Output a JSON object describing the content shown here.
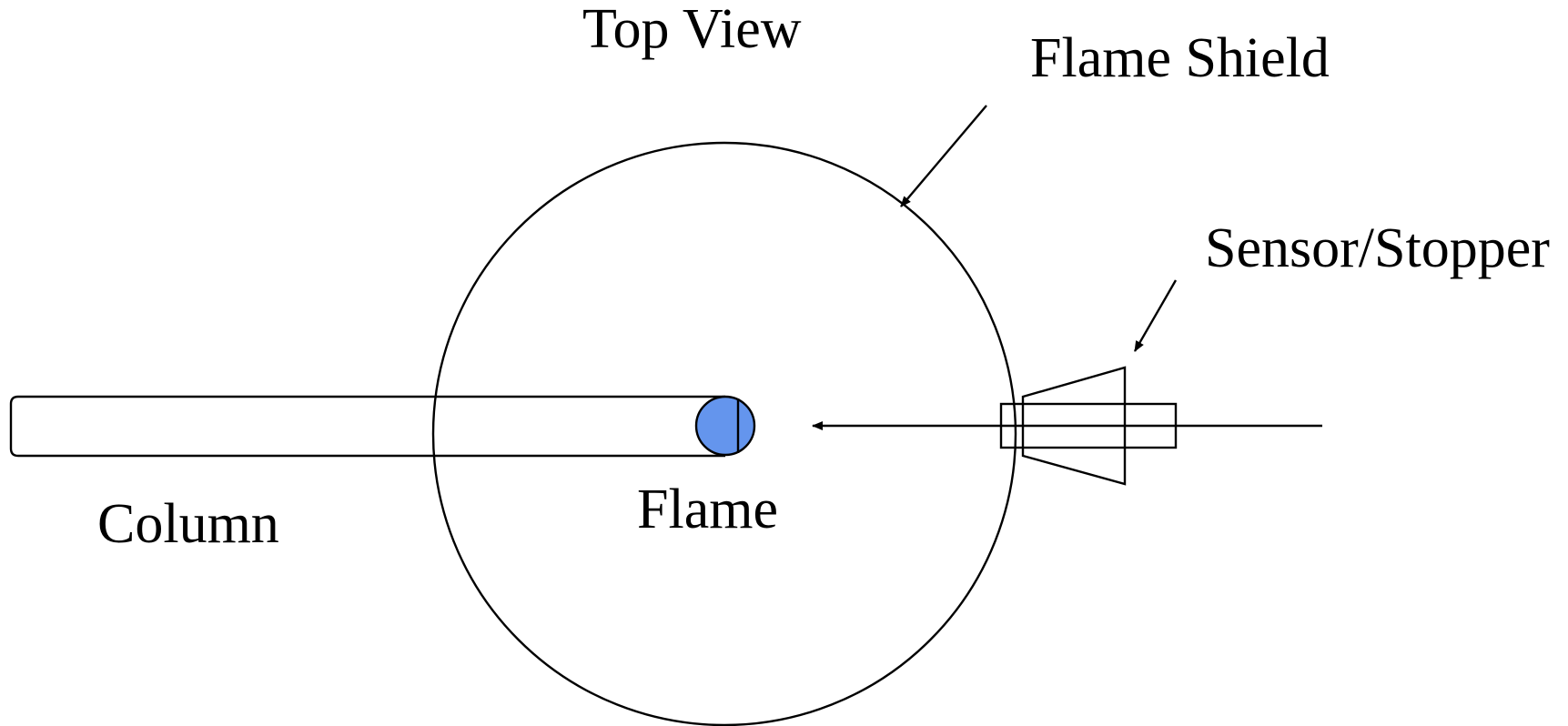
{
  "labels": {
    "top_view": "Top View",
    "flame_shield": "Flame Shield",
    "sensor_stopper": "Sensor/Stopper",
    "column": "Column",
    "flame": "Flame"
  },
  "colors": {
    "flame_fill": "#6495ED",
    "line": "#000000",
    "background": "#ffffff"
  }
}
